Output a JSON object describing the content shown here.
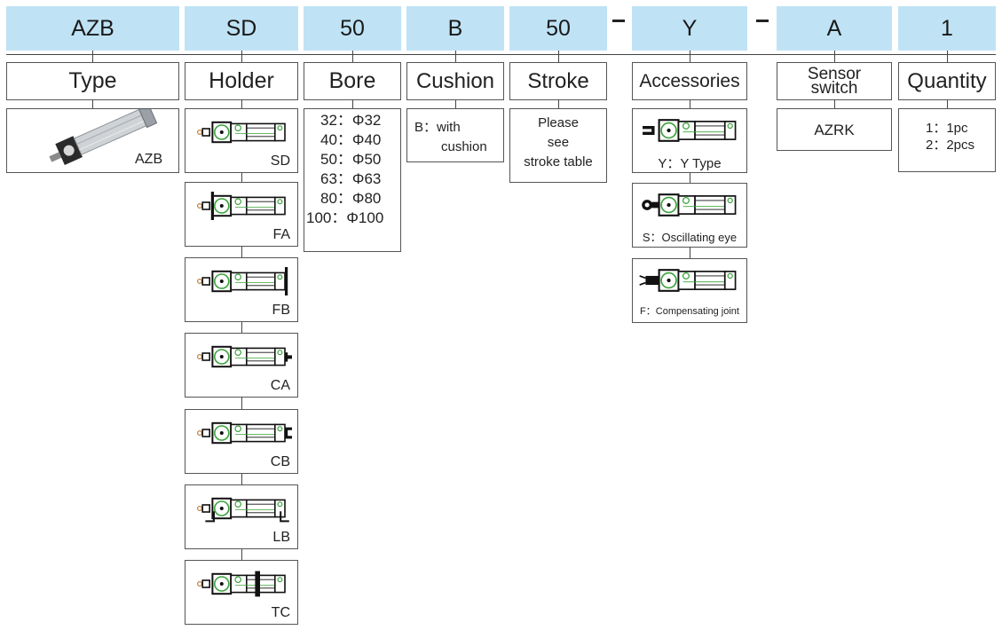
{
  "code_row": [
    {
      "key": "type",
      "code": "AZB"
    },
    {
      "key": "holder",
      "code": "SD"
    },
    {
      "key": "bore",
      "code": "50"
    },
    {
      "key": "cushion",
      "code": "B"
    },
    {
      "key": "stroke",
      "code": "50"
    },
    {
      "key": "accessories",
      "code": "Y"
    },
    {
      "key": "sensor",
      "code": "A"
    },
    {
      "key": "quantity",
      "code": "1"
    }
  ],
  "dash": "–",
  "labels": {
    "type": "Type",
    "holder": "Holder",
    "bore": "Bore",
    "cushion": "Cushion",
    "stroke": "Stroke",
    "accessories": "Accessories",
    "sensor_1": "Sensor",
    "sensor_2": "switch",
    "quantity": "Quantity"
  },
  "type_option": "AZB",
  "holders": [
    "SD",
    "FA",
    "FB",
    "CA",
    "CB",
    "LB",
    "TC"
  ],
  "bore_options": [
    "32：Φ32",
    "40：Φ40",
    "50：Φ50",
    "63：Φ63",
    "80：Φ80",
    "100：Φ100"
  ],
  "cushion": {
    "line1": "B：with",
    "line2": "cushion"
  },
  "stroke": {
    "line1": "Please",
    "line2": "see",
    "line3": "stroke table"
  },
  "accessories": [
    "Y：Y Type",
    "S：Oscillating eye",
    "F：Compensating joint"
  ],
  "sensor_option": "AZRK",
  "quantity_options": [
    "1：1pc",
    "2：2pcs"
  ],
  "colors": {
    "code_bg": "#bfe3f5",
    "cylinder_green": "#3aa33a",
    "line": "#444444"
  }
}
